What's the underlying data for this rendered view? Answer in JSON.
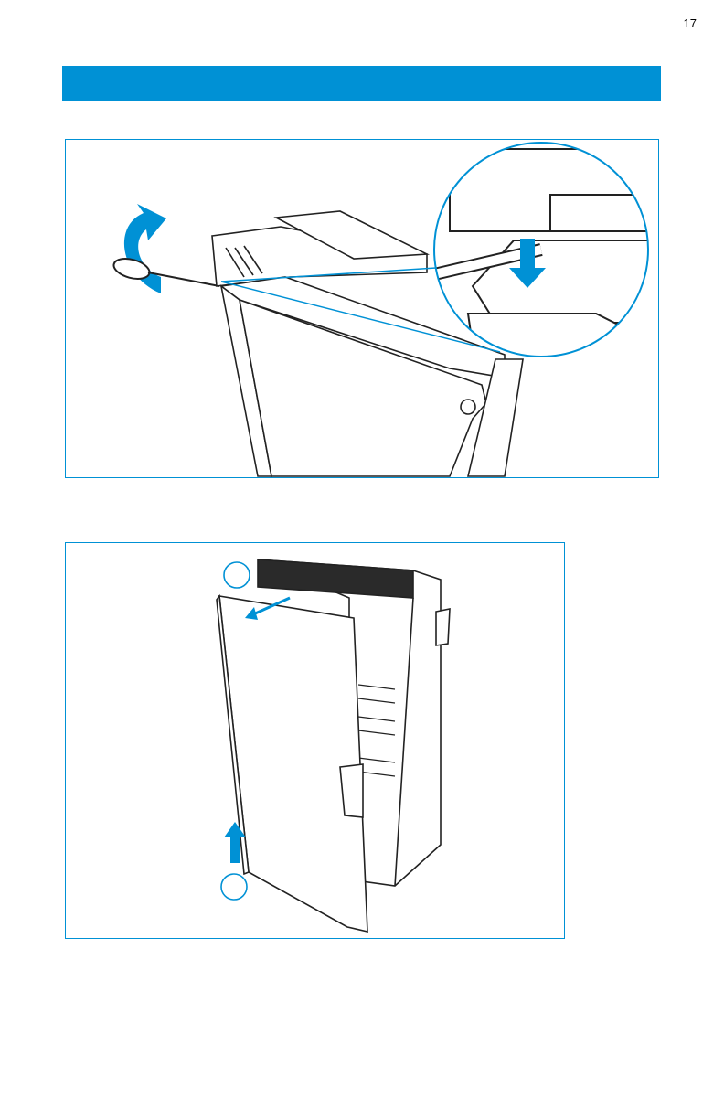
{
  "page": {
    "number": "17"
  },
  "colors": {
    "accent": "#0091d5",
    "line": "#222222"
  },
  "figures": [
    {
      "id": "fig1",
      "callouts": []
    },
    {
      "id": "fig2",
      "callouts": [
        "",
        ""
      ]
    }
  ]
}
